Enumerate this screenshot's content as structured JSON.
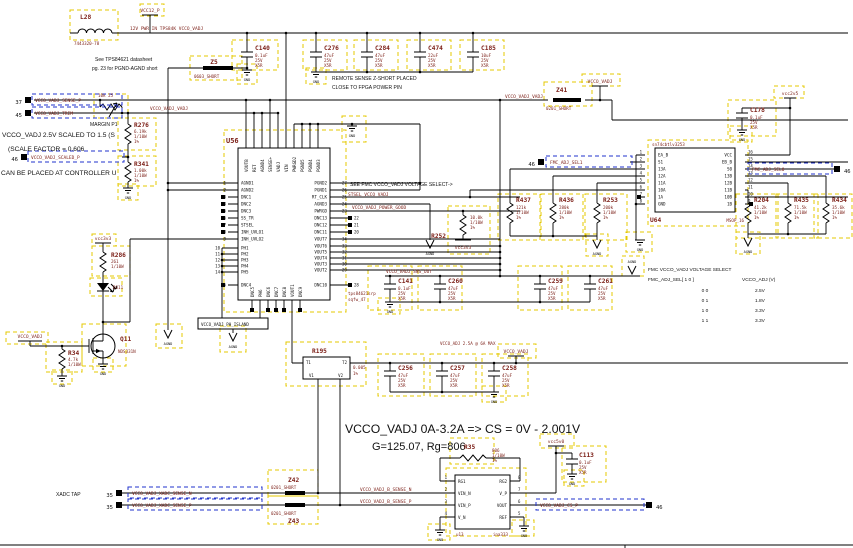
{
  "nets": {
    "pwr_in": "12V PWR IN TPS84K VCCO_VADJ",
    "sense_p": "VCCO_VADJ_SENSE_P",
    "trim": "VCCO_VADJ_TRIM",
    "scaled_p": "VCCO_VADJ_SCALED_P",
    "vadj": "VCCO_VADJ_VADJ",
    "stsel": "STSEL_VCCO_VADJ",
    "pgood": "VCCO_VADJ_POWER_GOOD",
    "sns_out": "VCCO_VADJ_SNS_OUT",
    "sel1": "FMC_ADJ_SEL1",
    "sel0": "FMC_ADJ_SEL0",
    "b_sense_n": "VCCO_VADJ_B_SENSE_N",
    "b_sense_p": "VCCO_VADJ_B_SENSE_P",
    "xadc_n": "VCCO_VADJ_XADC_SENSE_N",
    "xadc_p": "VCCO_VADJ_XADC_SENSE_P",
    "cs_p": "VCCO_VADJ_CS_P",
    "ph_island": "VCCO_VADJ_PH_ISLAND"
  },
  "flags": {
    "f37": "37",
    "f45": "45",
    "f46": "46",
    "f35": "35"
  },
  "power": {
    "vcc12": "VCC12_P",
    "vadj": "VCCO_VADJ",
    "v25": "vcc2v5",
    "v33": "vcc3v3",
    "v50": "vcc5v0",
    "gnd": "GND",
    "agnd": "AGND"
  },
  "notes": {
    "ds1": "See TPS84621 datasheet",
    "ds2": "pg. 23 for PGND-AGND short",
    "rs1": "REMOTE SENSE Z-SHORT PLACED",
    "rs2": "CLOSE TO FPGA POWER PIN",
    "sc1": "VCCO_VADJ 2.5V SCALED TO 1.5 (S",
    "sc2": "(SCALE FACTOR = 0.606",
    "sc3": "CAN BE PLACED AT CONTROLLER U",
    "margin": "MARGIN P1",
    "see_fmc": "SEE FMC VCCO_VADJ VOLTAGE SELECT->",
    "xadc": "XADC TAP",
    "amp": "VCCO_ADJ 2.5A @ 6A MAX",
    "cs": "VCCO_VADJ 0A-3.2A => CS = 0V - 2.001V",
    "gain": "G=125.07, Rg=806"
  },
  "table": {
    "title": "FMC VCCO_VADJ VOLTAGE SELECT",
    "hdr_sel": "FMC_ADJ_SEL[ 1   0 ]",
    "hdr_v": "VCCO_ADJ (V)",
    "rows": [
      {
        "bits": "0   0",
        "v": "2.5V"
      },
      {
        "bits": "0   1",
        "v": "1.8V"
      },
      {
        "bits": "1   0",
        "v": "3.3V"
      },
      {
        "bits": "1   1",
        "v": "3.3V"
      }
    ]
  },
  "parts": {
    "l28": {
      "ref": "L28",
      "part": "7443320-78"
    },
    "z5": {
      "ref": "Z5",
      "part": "0603_SHORT"
    },
    "z41": {
      "ref": "Z41",
      "part": "0201_SHORT"
    },
    "z42": {
      "ref": "Z42",
      "part": "0201_SHORT"
    },
    "z43": {
      "ref": "Z43",
      "part": "0201_SHORT"
    },
    "c140": {
      "ref": "C140",
      "v1": "0.1uF",
      "v2": "25V",
      "v3": "X5R"
    },
    "c276": {
      "ref": "C276",
      "v1": "47uF",
      "v2": "25V",
      "v3": "X5R"
    },
    "c284": {
      "ref": "C284",
      "v1": "47uF",
      "v2": "25V",
      "v3": "X5R"
    },
    "c474": {
      "ref": "C474",
      "v1": "22uF",
      "v2": "25V",
      "v3": "X5R"
    },
    "c185": {
      "ref": "C185",
      "v1": "10uF",
      "v2": "25V",
      "v3": "X5R"
    },
    "c178": {
      "ref": "C178",
      "v1": "0.1uF",
      "v2": "25V",
      "v3": "X5R"
    },
    "c141": {
      "ref": "C141",
      "v1": "0.1uF",
      "v2": "25V",
      "v3": "X5R"
    },
    "c260": {
      "ref": "C260",
      "v1": "47uF",
      "v2": "25V",
      "v3": "X5R"
    },
    "c259": {
      "ref": "C259",
      "v1": "47uF",
      "v2": "25V",
      "v3": "X5R"
    },
    "c261": {
      "ref": "C261",
      "v1": "47uF",
      "v2": "25V",
      "v3": "X5R"
    },
    "c256": {
      "ref": "C256",
      "v1": "47uF",
      "v2": "25V",
      "v3": "X5R"
    },
    "c257": {
      "ref": "C257",
      "v1": "47uF",
      "v2": "25V",
      "v3": "X5R"
    },
    "c258": {
      "ref": "C258",
      "v1": "47uF",
      "v2": "25V",
      "v3": "X5R"
    },
    "c113": {
      "ref": "C113",
      "v1": "0.1uF",
      "v2": "25V",
      "v3": "X5R"
    },
    "pot": {
      "val": "10k 25"
    },
    "r276": {
      "ref": "R276",
      "v1": "6.19k",
      "v2": "1/10W",
      "v3": "1%"
    },
    "r341": {
      "ref": "R341",
      "v1": "1.00k",
      "v2": "1/10W",
      "v3": "1%"
    },
    "r286": {
      "ref": "R286",
      "v1": "261",
      "v2": "1/10W"
    },
    "r34": {
      "ref": "R34",
      "v1": "4.7k",
      "v2": "1/10W"
    },
    "r437": {
      "ref": "R437",
      "v1": "121k",
      "v2": "1/10W",
      "v3": "1%"
    },
    "r436": {
      "ref": "R436",
      "v1": "280k",
      "v2": "1/10W",
      "v3": "1%"
    },
    "r253": {
      "ref": "R253",
      "v1": "200k",
      "v2": "1/10W",
      "v3": "1%"
    },
    "r252": {
      "ref": "R252",
      "v1": "10.0k",
      "v2": "1/10W",
      "v3": "1%"
    },
    "r204": {
      "ref": "R204",
      "v1": "41.2k",
      "v2": "1/10W",
      "v3": "1%"
    },
    "r435": {
      "ref": "R435",
      "v1": "71.5k",
      "v2": "1/10W",
      "v3": "1%"
    },
    "r434": {
      "ref": "R434",
      "v1": "35.6k",
      "v2": "1/10W",
      "v3": "1%"
    },
    "r195": {
      "ref": "R195",
      "v1": "0.005",
      "v2": "1%",
      "t1": "T1",
      "t2": "T2",
      "s1": "V1",
      "s2": "V2"
    },
    "r35": {
      "ref": "R35",
      "v1": "806",
      "v2": "1/10W",
      "v3": "1%"
    },
    "led": {
      "ref": "DS11"
    },
    "q11": {
      "ref": "Q11",
      "part": "NDS331N"
    }
  },
  "u56": {
    "ref": "U56",
    "part": "tps84621srp",
    "pkg": "sqfw_47",
    "lp": [
      {
        "n": "1",
        "nm": "AGND1"
      },
      {
        "n": "2",
        "nm": "AGND2"
      },
      {
        "n": "3",
        "nm": "DNC1"
      },
      {
        "n": "4",
        "nm": "DNC2"
      },
      {
        "n": "5",
        "nm": "DNC3"
      },
      {
        "n": "6",
        "nm": "SS_TR"
      },
      {
        "n": "7",
        "nm": "STSEL"
      },
      {
        "n": "8",
        "nm": "INH_UVLO1"
      },
      {
        "n": "9",
        "nm": "INH_UVLO2"
      },
      {
        "n": "10",
        "nm": "PH1"
      },
      {
        "n": "11",
        "nm": "PH2"
      },
      {
        "n": "12",
        "nm": "PH3"
      },
      {
        "n": "13",
        "nm": "PH4"
      },
      {
        "n": "14",
        "nm": "PH5"
      },
      {
        "n": "15",
        "nm": "DNC4"
      }
    ],
    "rp": [
      {
        "n": "27",
        "nm": "PGND2"
      },
      {
        "n": "26",
        "nm": "PGND1"
      },
      {
        "n": "25",
        "nm": "RT_CLK"
      },
      {
        "n": "24",
        "nm": "AGND3"
      },
      {
        "n": "23",
        "nm": "PWRGD"
      },
      {
        "n": "22",
        "nm": "DNC13"
      },
      {
        "n": "21",
        "nm": "DNC12"
      },
      {
        "n": "20",
        "nm": "DNC11"
      },
      {
        "n": "34",
        "nm": "VOUT7"
      },
      {
        "n": "33",
        "nm": "VOUT6"
      },
      {
        "n": "32",
        "nm": "VOUT5"
      },
      {
        "n": "31",
        "nm": "VOUT4"
      },
      {
        "n": "30",
        "nm": "VOUT3"
      },
      {
        "n": "29",
        "nm": "VOUT2"
      },
      {
        "n": "28",
        "nm": "DNC10"
      }
    ],
    "tp": [
      "VOUTB",
      "RET",
      "AGND4",
      "SENSE+",
      "VADJ",
      "VIN",
      "PWRGD2",
      "PGND5",
      "PGND4",
      "PGND3"
    ],
    "bp": [
      "DNC5",
      "PH6",
      "DNC6",
      "DNC7",
      "DNC8",
      "VOUT1",
      "DNC9"
    ]
  },
  "u64": {
    "ref": "U64",
    "part": "sn74cbtlv3253",
    "pkg": "MSOP_16",
    "lp": [
      {
        "n": "1",
        "nm": "EA_B"
      },
      {
        "n": "2",
        "nm": "S1"
      },
      {
        "n": "3",
        "nm": "13A"
      },
      {
        "n": "4",
        "nm": "12A"
      },
      {
        "n": "5",
        "nm": "11A"
      },
      {
        "n": "6",
        "nm": "10A"
      },
      {
        "n": "7",
        "nm": "1A"
      },
      {
        "n": "8",
        "nm": "GND"
      }
    ],
    "rp": [
      {
        "n": "16",
        "nm": "VCC"
      },
      {
        "n": "15",
        "nm": "EB_B"
      },
      {
        "n": "14",
        "nm": "S0"
      },
      {
        "n": "13",
        "nm": "13B"
      },
      {
        "n": "12",
        "nm": "12B"
      },
      {
        "n": "11",
        "nm": "11B"
      },
      {
        "n": "10",
        "nm": "10B"
      },
      {
        "n": "9",
        "nm": "1B"
      }
    ]
  },
  "u13": {
    "ref": "u13",
    "part": "ina333",
    "lp": [
      {
        "n": "1",
        "nm": "RG1"
      },
      {
        "n": "2",
        "nm": "VIN_N"
      },
      {
        "n": "3",
        "nm": "VIN_P"
      },
      {
        "n": "4",
        "nm": "V_N"
      }
    ],
    "rp": [
      {
        "n": "8",
        "nm": "RG2"
      },
      {
        "n": "7",
        "nm": "V_P"
      },
      {
        "n": "6",
        "nm": "VOUT"
      },
      {
        "n": "5",
        "nm": "REF"
      }
    ]
  }
}
